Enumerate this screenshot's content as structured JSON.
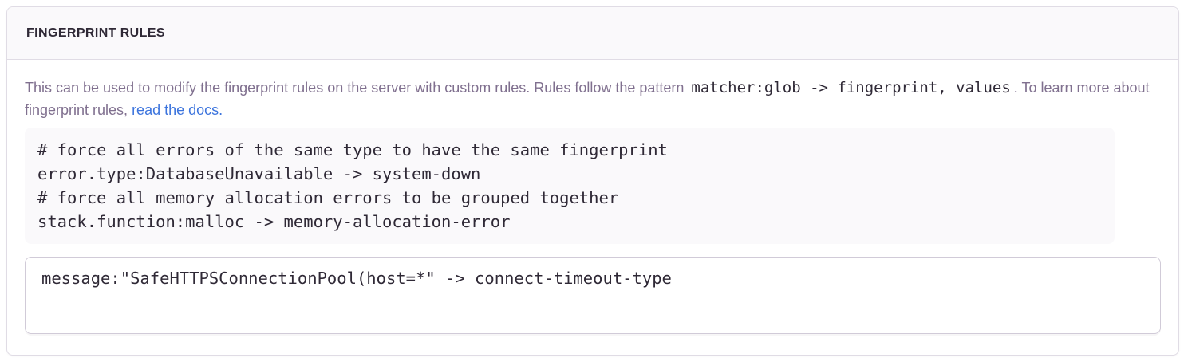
{
  "panel": {
    "title": "FINGERPRINT RULES",
    "description": {
      "text_before_code": "This can be used to modify the fingerprint rules on the server with custom rules. Rules follow the pattern ",
      "inline_code": "matcher:glob -> fingerprint, values",
      "text_after_code": ". To learn more about fingerprint rules, ",
      "link_text": "read the docs."
    },
    "example_code": "# force all errors of the same type to have the same fingerprint\nerror.type:DatabaseUnavailable -> system-down\n# force all memory allocation errors to be grouped together\nstack.function:malloc -> memory-allocation-error",
    "textarea_value": "message:\"SafeHTTPSConnectionPool(host=*\" -> connect-timeout-type"
  },
  "colors": {
    "accent_link": "#3c74dd",
    "heading_text": "#2f2936",
    "body_text": "#80708f",
    "code_text": "#2f2936",
    "panel_border": "#e0dce5",
    "panel_header_bg": "#faf9fb",
    "code_block_bg": "#faf9fb",
    "input_border": "#d1cbd8"
  }
}
